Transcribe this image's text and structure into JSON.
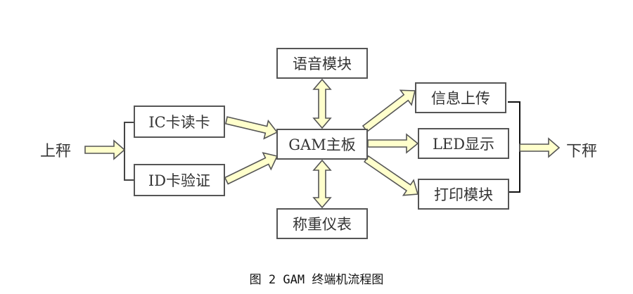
{
  "diagram": {
    "input_label": "上秤",
    "output_label": "下秤",
    "nodes": {
      "ic_card": "IC卡读卡",
      "id_card": "ID卡验证",
      "main_board": "GAM主板",
      "voice": "语音模块",
      "scale": "称重仪表",
      "upload": "信息上传",
      "led": "LED显示",
      "print": "打印模块"
    },
    "edges": [
      {
        "from": "上秤",
        "to": "IC卡读卡 / ID卡验证",
        "type": "branch"
      },
      {
        "from": "IC卡读卡",
        "to": "GAM主板",
        "type": "arrow"
      },
      {
        "from": "ID卡验证",
        "to": "GAM主板",
        "type": "arrow"
      },
      {
        "from": "GAM主板",
        "to": "语音模块",
        "type": "bidirectional"
      },
      {
        "from": "GAM主板",
        "to": "称重仪表",
        "type": "bidirectional"
      },
      {
        "from": "GAM主板",
        "to": "信息上传",
        "type": "arrow"
      },
      {
        "from": "GAM主板",
        "to": "LED显示",
        "type": "arrow"
      },
      {
        "from": "GAM主板",
        "to": "打印模块",
        "type": "arrow"
      },
      {
        "from": "信息上传 / LED显示 / 打印模块",
        "to": "下秤",
        "type": "merge"
      }
    ],
    "arrow_fill": "#ffffcc",
    "arrow_stroke": "#555555"
  },
  "caption": "图 2  GAM 终端机流程图"
}
